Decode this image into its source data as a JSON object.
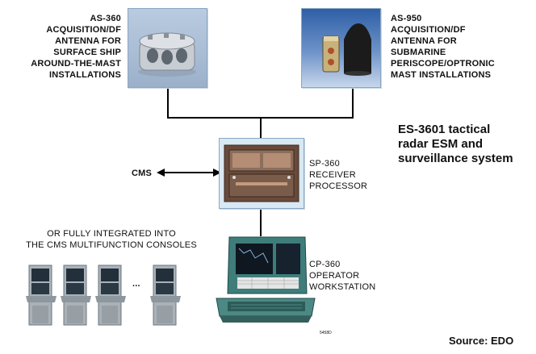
{
  "title_lines": [
    "ES-3601 tactical",
    "radar ESM and",
    "surveillance system"
  ],
  "source": "Source: EDO",
  "components": {
    "as360": {
      "lines": [
        "AS-360",
        "ACQUISITION/DF",
        "ANTENNA FOR",
        "SURFACE SHIP",
        "AROUND-THE-MAST",
        "INSTALLATIONS"
      ]
    },
    "as950": {
      "lines": [
        "AS-950",
        "ACQUISITION/DF",
        "ANTENNA FOR",
        "SUBMARINE",
        "PERISCOPE/OPTRONIC",
        "MAST INSTALLATIONS"
      ]
    },
    "sp360": {
      "lines": [
        "SP-360",
        "RECEIVER",
        "PROCESSOR"
      ]
    },
    "cp360": {
      "lines": [
        "CP-360",
        "OPERATOR",
        "WORKSTATION"
      ]
    },
    "cms": {
      "label": "CMS"
    },
    "consoles": {
      "lines": [
        "OR FULLY INTEGRATED INTO",
        "THE CMS MULTIFUNCTION CONSOLES"
      ],
      "ellipsis": "..."
    }
  },
  "figure_code": "5458D"
}
